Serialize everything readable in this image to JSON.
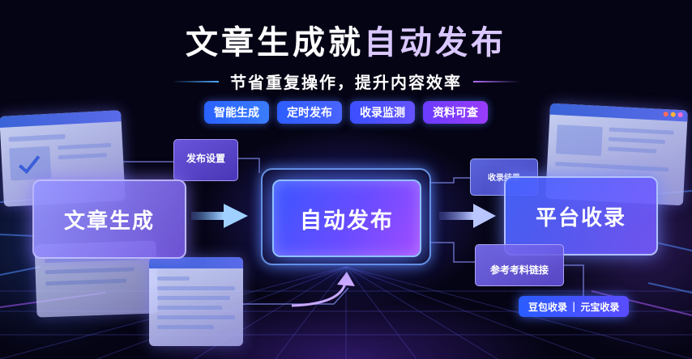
{
  "title": {
    "part1": "文章生成就",
    "part2": "自动发布"
  },
  "subtitle": "节省重复操作，提升内容效率",
  "features": [
    "智能生成",
    "定时发布",
    "收录监测",
    "资料可查"
  ],
  "steps": {
    "left": "文章生成",
    "center": "自动发布",
    "right": "平台收录"
  },
  "side_tags": {
    "publish_settings": "发布设置",
    "index_results": "收录结果",
    "reference_links": "参考考料链接"
  },
  "engines": [
    "豆包收录",
    "元宝收录"
  ],
  "engine_separator": "|",
  "colors": {
    "background": "#050414",
    "accent_blue": "#3a7cff",
    "accent_purple": "#9a3cff",
    "title_accent": "#d9c7ff"
  }
}
